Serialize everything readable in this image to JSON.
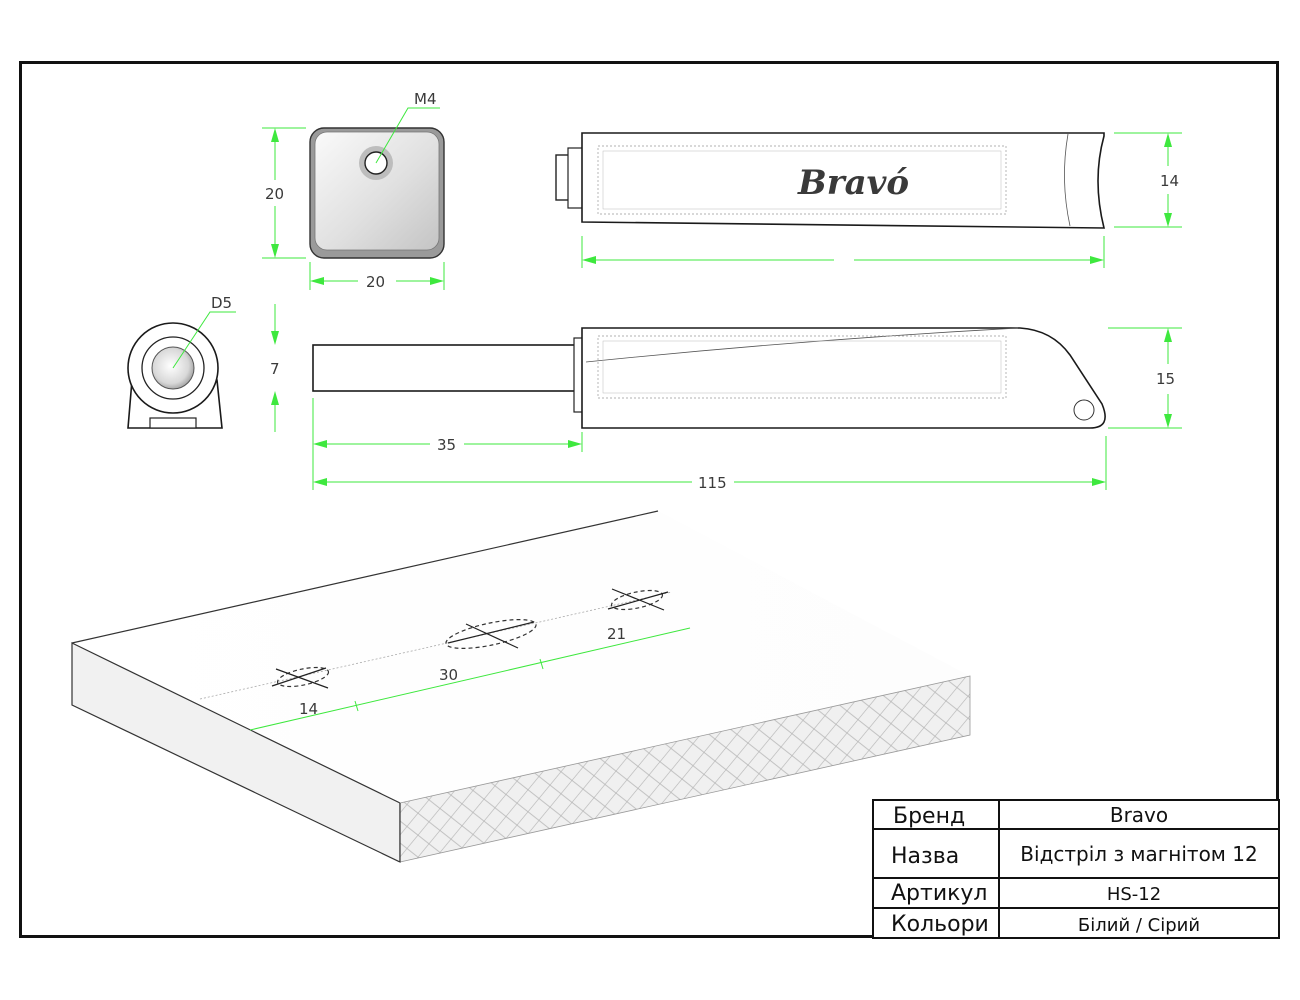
{
  "drawing": {
    "dimensions": {
      "thread": "M4",
      "face_height": "20",
      "face_width": "20",
      "body_height": "14",
      "bore": "D5",
      "plunger_diameter": "7",
      "housing_height": "15",
      "plunger_length": "35",
      "total_length": "115",
      "spacing_1": "14",
      "spacing_2": "30",
      "spacing_3": "21"
    },
    "logo_text": "Bravó",
    "colors": {
      "dimension_line": "#3ee83e",
      "outline": "#1a1a1a"
    }
  },
  "title_block": {
    "rows": [
      {
        "label": "Бренд",
        "value": "Bravo"
      },
      {
        "label": "Назва",
        "value": "Відстріл з магнітом 12"
      },
      {
        "label": "Артикул",
        "value": "HS-12"
      },
      {
        "label": "Кольори",
        "value": "Білий / Сірий"
      }
    ]
  }
}
